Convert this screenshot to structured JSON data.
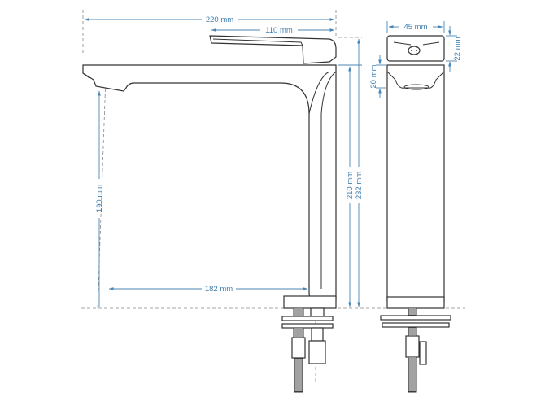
{
  "title": "Faucet technical drawing",
  "colors": {
    "dimension": "#4a86b5",
    "outline": "#333333"
  },
  "dimensions": {
    "total_length": "220 mm",
    "handle_length": "110 mm",
    "spout_height": "190 mm",
    "body_height": "210 mm",
    "total_height": "232 mm",
    "reach": "182 mm",
    "width": "45 mm",
    "handle_height": "22 mm",
    "spout_thickness": "20 mm"
  }
}
